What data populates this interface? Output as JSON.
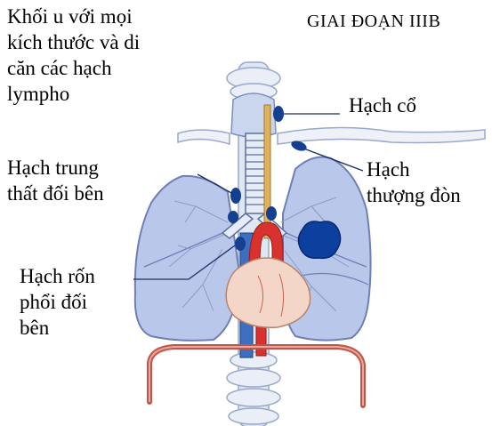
{
  "title": "GIAI ĐOẠN IIIB",
  "labels": {
    "tumor": [
      "Khối u với mọi",
      "kích thước và di",
      "căn các hạch",
      "lympho"
    ],
    "contralateral_mediastinal": [
      "Hạch trung",
      "thất đối bên"
    ],
    "contralateral_hilar": [
      "Hạch rốn",
      "phổi đối",
      "bên"
    ],
    "cervical": [
      "Hạch cổ"
    ],
    "supraclavicular": [
      "Hạch",
      "thượng đòn"
    ]
  },
  "colors": {
    "lung": "#b9c8ea",
    "lung_edge": "#6f7fb5",
    "node": "#14408f",
    "tumor": "#0d3f9f",
    "heart": "#f4d6c8",
    "aorta": "#d9312e",
    "vena_cava": "#3d6fc0",
    "diaphragm": "#c0564b",
    "spine": "#dfe7f2",
    "trachea": "#e6ecf5"
  }
}
